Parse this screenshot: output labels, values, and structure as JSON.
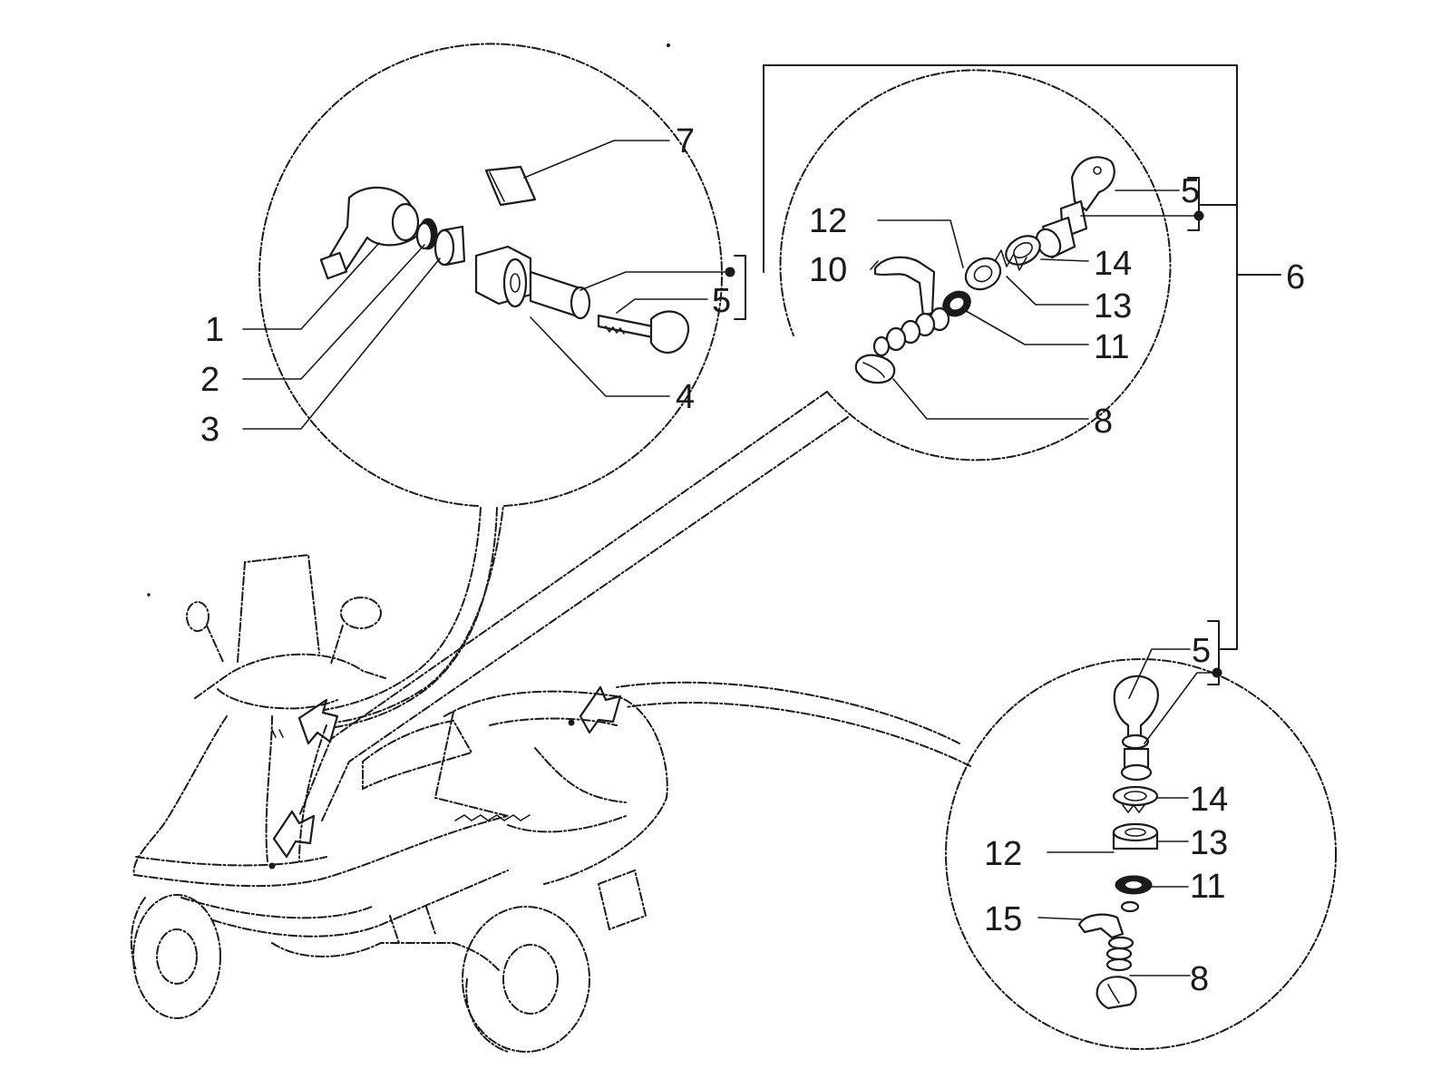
{
  "diagram": {
    "top_left_detail": {
      "labels": {
        "p1": "1",
        "p2": "2",
        "p3": "3",
        "p4": "4",
        "p5": "5",
        "p7": "7"
      }
    },
    "top_right_detail": {
      "labels": {
        "p5": "5",
        "p6": "6",
        "p8": "8",
        "p10": "10",
        "p11": "11",
        "p12": "12",
        "p13": "13",
        "p14": "14"
      }
    },
    "bottom_right_detail": {
      "labels": {
        "p5": "5",
        "p8": "8",
        "p11": "11",
        "p12": "12",
        "p13": "13",
        "p14": "14",
        "p15": "15"
      }
    }
  }
}
